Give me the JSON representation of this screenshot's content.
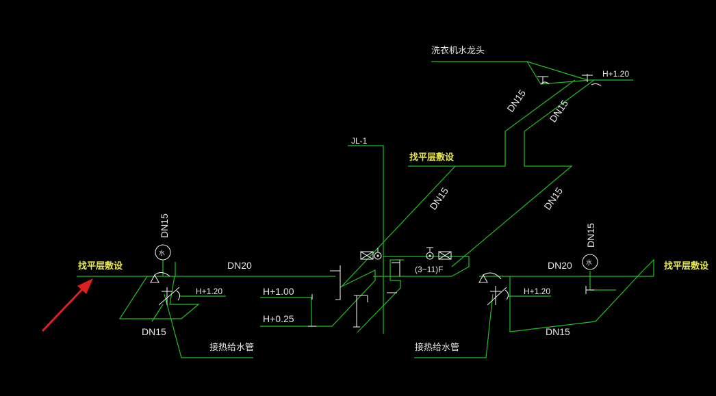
{
  "labels": {
    "washer_tap": "洗衣机水龙头",
    "h120_top": "H+1.20",
    "dn15_top_a": "DN15",
    "dn15_top_b": "DN15",
    "jl1": "JL-1",
    "floor_center": "找平层敷设",
    "dn15_mid_a": "DN15",
    "dn15_mid_b": "DN15",
    "dn15_left_vert": "DN15",
    "floor_left": "找平层敷设",
    "dn20_left": "DN20",
    "h120_left": "H+1.20",
    "dn15_left_bottom": "DN15",
    "hot_left": "接热给水管",
    "h100": "H+1.00",
    "h025": "H+0.25",
    "floors": "(3~11)F",
    "dn15_right_vert": "DN15",
    "dn20_right": "DN20",
    "floor_right": "找平层敷设",
    "h120_right": "H+1.20",
    "dn15_right_bottom": "DN15",
    "hot_right": "接热给水管",
    "meter_symbol": "水"
  },
  "colors": {
    "background": "#000000",
    "pipe": "#20c020",
    "fixture": "#e8e8e8",
    "annotation_yellow": "#e6e64a",
    "pointer_arrow": "#e02020"
  }
}
